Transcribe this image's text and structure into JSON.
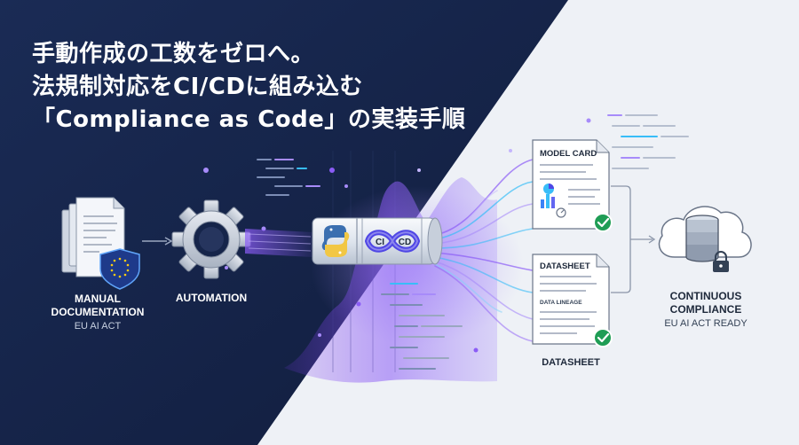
{
  "headline": {
    "line1": "手動作成の工数をゼロへ。",
    "line2": "法規制対応をCI/CDに組み込む",
    "line3": "「Compliance as Code」の実装手順"
  },
  "left": {
    "label_line1": "MANUAL",
    "label_line2": "DOCUMENTATION",
    "sublabel": "EU AI ACT"
  },
  "automation": {
    "label": "AUTOMATION"
  },
  "pipeline": {
    "ci_label": "CI",
    "cd_label": "CD"
  },
  "model_card": {
    "title": "MODEL CARD"
  },
  "datasheet": {
    "title": "DATASHEET",
    "section_label": "DATA LINEAGE",
    "caption": "DATASHEET"
  },
  "right": {
    "label_line1": "CONTINUOUS",
    "label_line2": "COMPLIANCE",
    "sublabel": "EU AI ACT READY"
  },
  "colors": {
    "navy": "#16254a",
    "light_bg": "#eef1f6",
    "accent_purple": "#8b5cf6",
    "accent_cyan": "#38bdf8",
    "check_green": "#1f9d55",
    "eu_blue": "#1e3a8a"
  },
  "icons": [
    "document-stack-icon",
    "eu-shield-icon",
    "gear-icon",
    "python-logo-icon",
    "ci-cd-infinity-icon",
    "check-icon",
    "cloud-database-icon",
    "lock-icon"
  ]
}
